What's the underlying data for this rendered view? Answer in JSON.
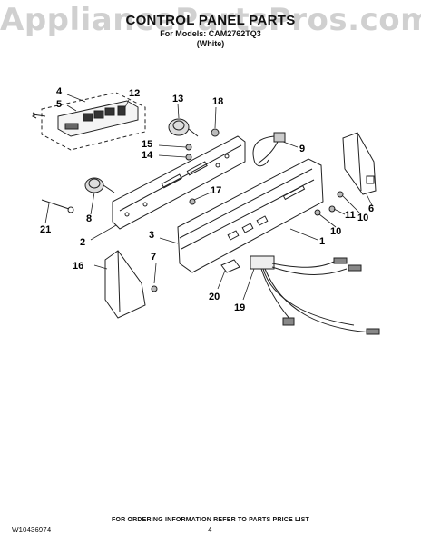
{
  "watermark": "AppliancePartsPros.com",
  "header": {
    "title": "CONTROL PANEL PARTS",
    "models_line": "For Models: CAM2762TQ3",
    "color_line": "(White)"
  },
  "callouts": {
    "c1": "1",
    "c2": "2",
    "c3": "3",
    "c4": "4",
    "c5": "5",
    "c6": "6",
    "c7": "7",
    "c8": "8",
    "c9": "9",
    "c10a": "10",
    "c10b": "10",
    "c11": "11",
    "c12": "12",
    "c13": "13",
    "c14": "14",
    "c15": "15",
    "c16": "16",
    "c17": "17",
    "c18": "18",
    "c19": "19",
    "c20": "20",
    "c21": "21"
  },
  "footer": {
    "note": "FOR ORDERING INFORMATION REFER TO PARTS PRICE LIST",
    "doc_number": "W10436974",
    "page_number": "4"
  }
}
